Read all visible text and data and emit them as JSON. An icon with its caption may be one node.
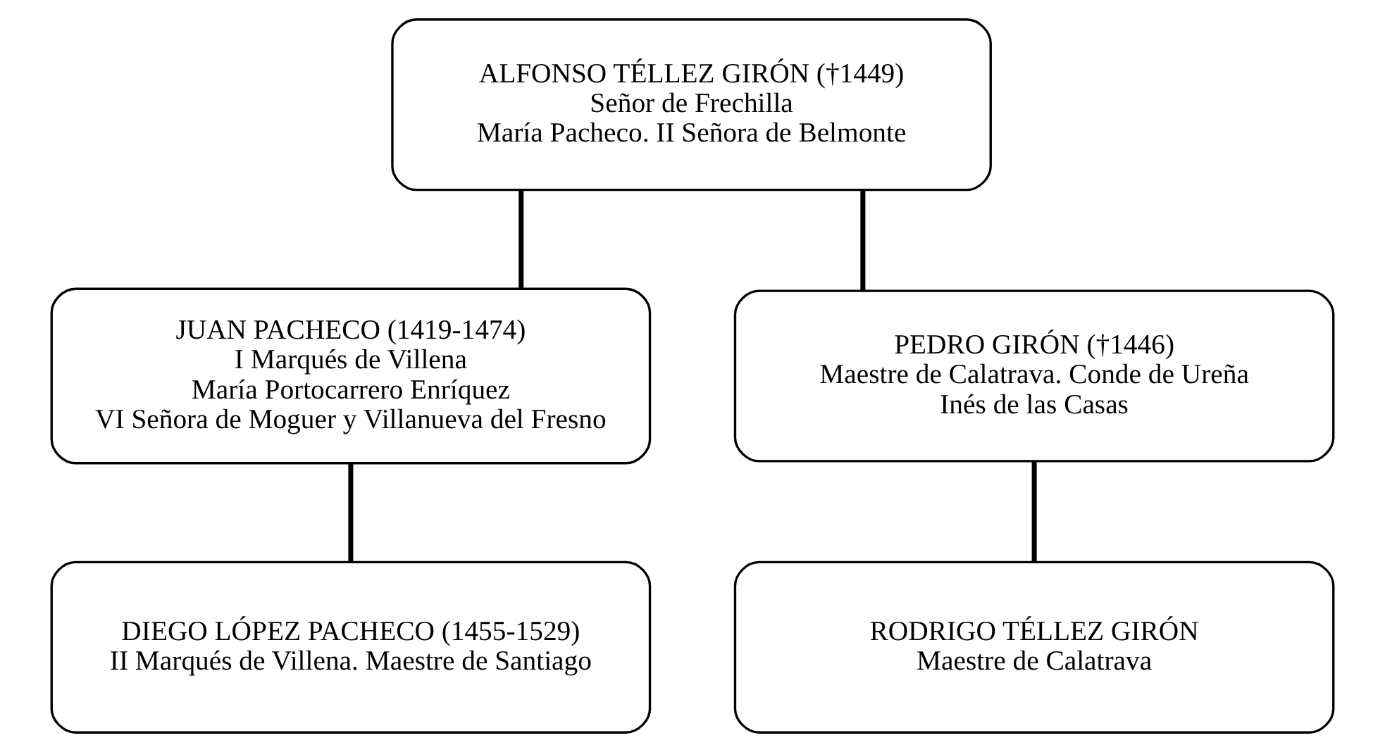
{
  "diagram": {
    "nodes": [
      {
        "text": [
          "ALFONSO TÉLLEZ GIRÓN (†1449)",
          "Señor de Frechilla",
          "María Pacheco. II Señora de Belmonte"
        ]
      },
      {
        "text": [
          "JUAN PACHECO (1419-1474)",
          "I Marqués de Villena",
          "María Portocarrero Enríquez",
          "VI Señora de Moguer y Villanueva del Fresno"
        ]
      },
      {
        "text": [
          "PEDRO GIRÓN (†1446)",
          "Maestre de Calatrava. Conde de Ureña",
          "Inés de las Casas"
        ]
      },
      {
        "text": [
          "DIEGO LÓPEZ PACHECO (1455-1529)",
          "II Marqués de Villena. Maestre de Santiago"
        ]
      },
      {
        "text": [
          "RODRIGO TÉLLEZ GIRÓN",
          "Maestre de Calatrava"
        ]
      }
    ],
    "edges": [
      {
        "from": 0,
        "to": 1,
        "arrow": "none"
      },
      {
        "from": 0,
        "to": 2,
        "arrow": "none"
      },
      {
        "from": 1,
        "to": 3,
        "arrow": "none"
      },
      {
        "from": 2,
        "to": 4,
        "arrow": "none"
      }
    ]
  }
}
